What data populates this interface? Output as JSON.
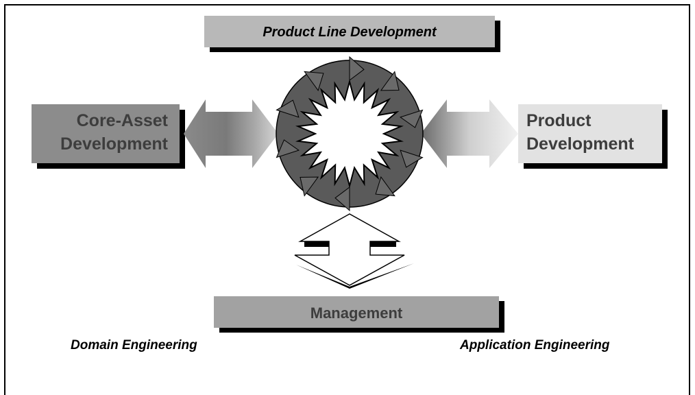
{
  "diagram": {
    "top_box_label": "Product Line Development",
    "left_box_label": [
      "Core-Asset",
      "Development"
    ],
    "right_box_label": [
      "Product",
      "Development"
    ],
    "bottom_box_label": "Management",
    "domain_label": "Domain Engineering",
    "application_label": "Application Engineering"
  },
  "colors": {
    "top_box": "#b8b8b8",
    "left_box": "#8c8c8c",
    "right_box": "#e2e2e2",
    "bottom_box": "#a2a2a2",
    "ring": "#5a5a5a",
    "shadow": "#000000"
  }
}
